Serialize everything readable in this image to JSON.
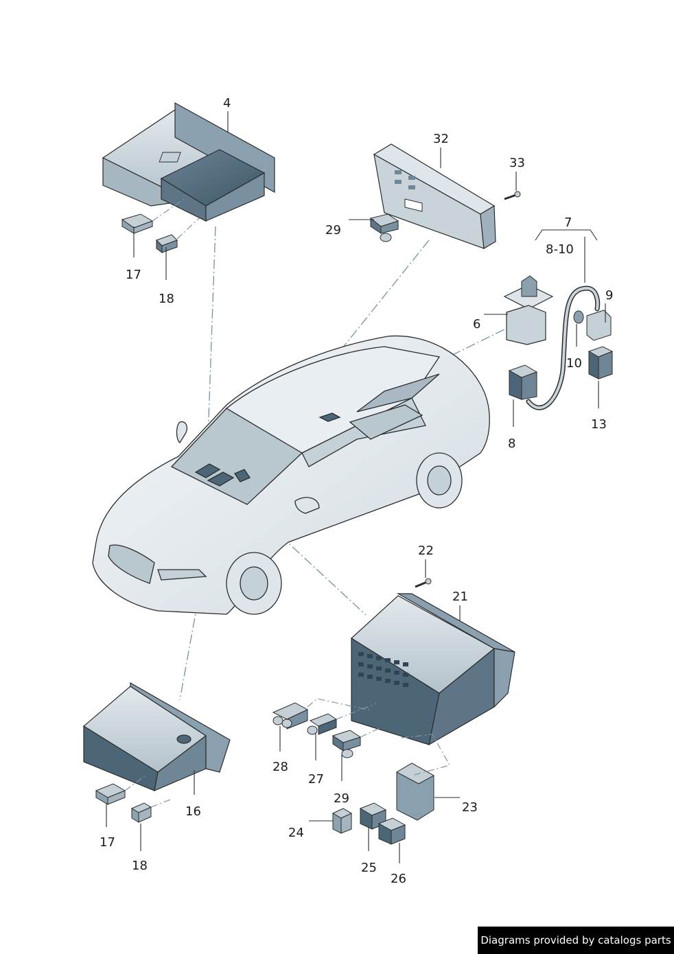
{
  "labels": {
    "l4": "4",
    "l32": "32",
    "l33": "33",
    "l29a": "29",
    "l17a": "17",
    "l18a": "18",
    "l7": "7",
    "l8_10": "8-10",
    "l9": "9",
    "l6": "6",
    "l10": "10",
    "l13": "13",
    "l8": "8",
    "l22": "22",
    "l21": "21",
    "l28": "28",
    "l27": "27",
    "l29b": "29",
    "l23": "23",
    "l16": "16",
    "l17b": "17",
    "l18b": "18",
    "l24": "24",
    "l25": "25",
    "l26": "26"
  },
  "footer": {
    "text": "Diagrams provided by catalogs parts"
  },
  "colors": {
    "part_fill": "#cdd7de",
    "part_dark": "#4d6677",
    "part_mid": "#8aa0ae",
    "car_body": "#e6ecef",
    "glass": "#b9c7cf",
    "line": "#2b2b2b",
    "dash": "#7f97a6",
    "footer_bg": "#000000"
  }
}
